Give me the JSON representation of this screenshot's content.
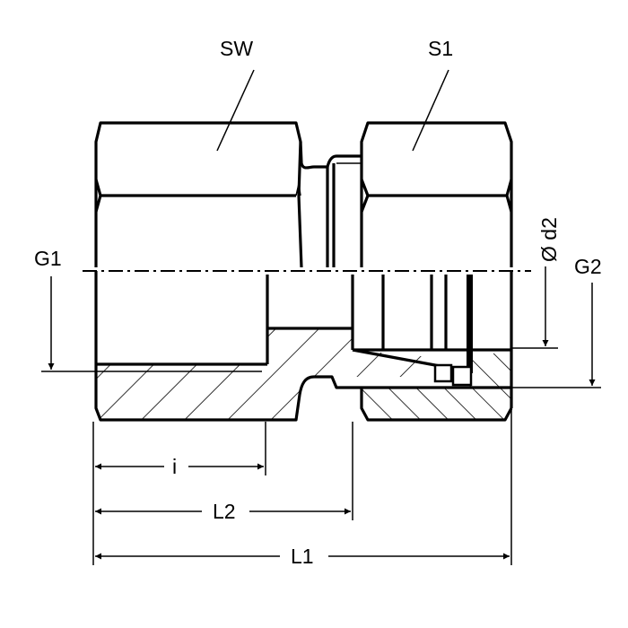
{
  "drawing": {
    "title": "Female adapter fitting cross-section",
    "labels": {
      "sw": "SW",
      "s1": "S1",
      "g1": "G1",
      "g2": "G2",
      "d2": "Ø d2",
      "i": "i",
      "l2": "L2",
      "l1": "L1"
    },
    "colors": {
      "line": "#000000",
      "background": "#ffffff"
    }
  }
}
